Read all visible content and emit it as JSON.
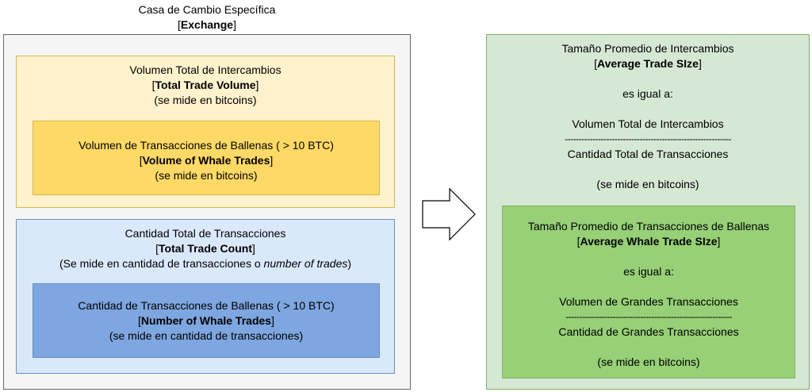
{
  "exchange": {
    "title": "Casa de Cambio Específica",
    "title_en": "Exchange"
  },
  "total_volume": {
    "title": "Volumen Total de Intercambios",
    "title_en": "Total Trade Volume",
    "unit": "(se mide en bitcoins)"
  },
  "whale_volume": {
    "title": "Volumen de Transacciones de Ballenas  ( > 10 BTC)",
    "title_en": "Volume of Whale Trades",
    "unit": "(se mide en bitcoins)"
  },
  "total_count": {
    "title": "Cantidad Total de Transacciones",
    "title_en": "Total Trade Count",
    "unit_prefix": "(Se mide en cantidad de transacciones o ",
    "unit_italic": "number of trades",
    "unit_suffix": ")"
  },
  "whale_count": {
    "title": "Cantidad de Transacciones de Ballenas  ( > 10 BTC)",
    "title_en": "Number of Whale Trades",
    "unit": "(se mide en cantidad de transacciones)"
  },
  "avg_trade_size": {
    "title": "Tamaño Promedio de Intercambios",
    "title_en": "Average Trade SIze",
    "equals": "es igual a:",
    "numerator": "Volumen Total de Intercambios",
    "divider": "------------------------------------------------------------",
    "denominator": "Cantidad Total de Transacciones",
    "unit": "(se mide en bitcoins)"
  },
  "avg_whale_trade_size": {
    "title": "Tamaño Promedio de Transacciones de Ballenas",
    "title_en": "Average Whale Trade SIze",
    "equals": "es igual a:",
    "numerator": "Volumen de Grandes Transacciones",
    "divider": "------------------------------------------------------------",
    "denominator": "Cantidad de Grandes Transacciones",
    "unit": "(se mide en bitcoins)"
  },
  "colors": {
    "exchange_fill": "#f5f5f5",
    "volume_fill": "#fff2cc",
    "whale_volume_fill": "#ffd966",
    "count_fill": "#dae8fc",
    "whale_count_fill": "#7ea6e0",
    "avg_fill": "#d5e8d4",
    "avg_whale_fill": "#97d077"
  },
  "connector": {
    "icon": "right-arrow-icon"
  }
}
